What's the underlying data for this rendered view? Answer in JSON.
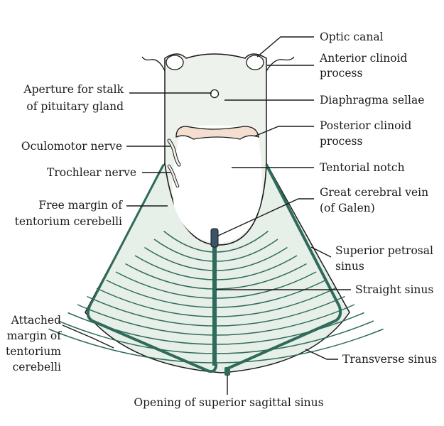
{
  "labels": {
    "optic_canal": "Optic canal",
    "anterior_clinoid_1": "Anterior clinoid",
    "anterior_clinoid_2": "process",
    "aperture_1": "Aperture for stalk",
    "aperture_2": "of pituitary gland",
    "diaphragma_sellae": "Diaphragma sellae",
    "posterior_clinoid_1": "Posterior clinoid",
    "posterior_clinoid_2": "process",
    "oculomotor_nerve": "Oculomotor nerve",
    "trochlear_nerve": "Trochlear nerve",
    "tentorial_notch": "Tentorial notch",
    "great_cerebral_vein_1": "Great cerebral vein",
    "great_cerebral_vein_2": "(of Galen)",
    "free_margin_1": "Free margin of",
    "free_margin_2": "tentorium cerebelli",
    "superior_petrosal_1": "Superior petrosal",
    "superior_petrosal_2": "sinus",
    "straight_sinus": "Straight sinus",
    "attached_margin_1": "Attached",
    "attached_margin_2": "margin of",
    "attached_margin_3": "tentorium",
    "attached_margin_4": "cerebelli",
    "transverse_sinus": "Transverse sinus",
    "opening_sss": "Opening of superior sagittal sinus"
  },
  "colors": {
    "tentorium_fill": "#e6efe8",
    "sella_fill": "#eef2ec",
    "sinus_dark": "#2f6b5b",
    "clinoid_fill": "#f3ded0",
    "outline": "#1a1a1a"
  }
}
